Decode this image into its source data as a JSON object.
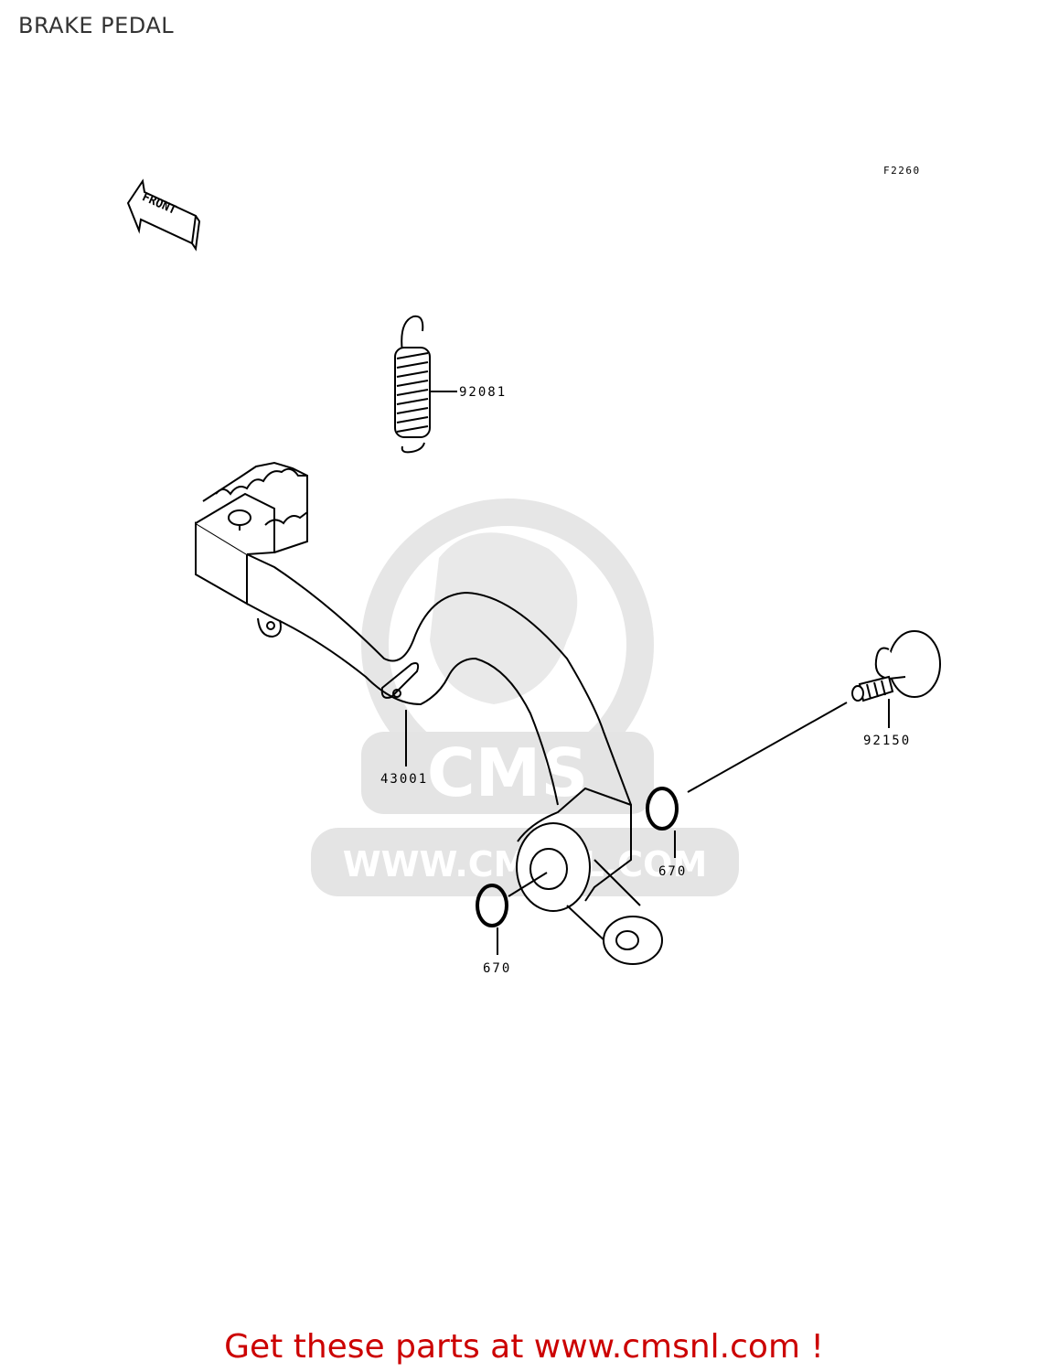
{
  "header": {
    "title": "BRAKE PEDAL"
  },
  "diagram": {
    "figure_code": "F2260",
    "front_label": "FRONT",
    "parts": [
      {
        "id": "spring",
        "number": "92081"
      },
      {
        "id": "pedal",
        "number": "43001"
      },
      {
        "id": "pivot-bolt",
        "number": "92150"
      },
      {
        "id": "o-ring-right",
        "number": "670"
      },
      {
        "id": "o-ring-left",
        "number": "670"
      }
    ],
    "watermark": {
      "brand": "CMS",
      "url": "WWW.CMSNL.COM"
    },
    "colors": {
      "line": "#000000",
      "watermark": "#e6e6e6",
      "footer": "#cc0000"
    }
  },
  "footer": {
    "text": "Get these parts at www.cmsnl.com !"
  }
}
